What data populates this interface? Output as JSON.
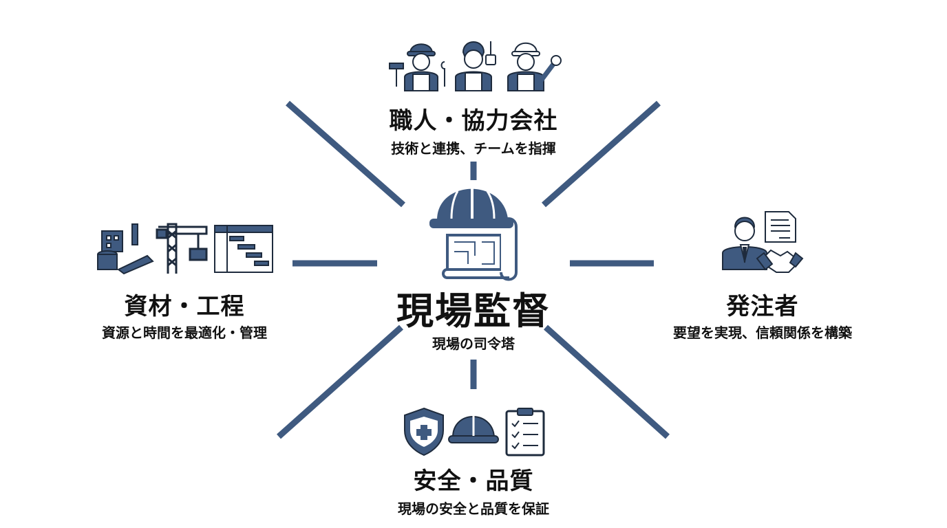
{
  "center": {
    "title": "現場監督",
    "subtitle": "現場の司令塔"
  },
  "nodes": {
    "top": {
      "title": "職人・協力会社",
      "desc": "技術と連携、チームを指揮"
    },
    "left": {
      "title": "資材・工程",
      "desc": "資源と時間を最適化・管理"
    },
    "right": {
      "title": "発注者",
      "desc": "要望を実現、信頼関係を構築"
    },
    "bottom": {
      "title": "安全・品質",
      "desc": "現場の安全と品質を保証"
    }
  },
  "icons": {
    "center": [
      "hard-hat-icon",
      "blueprint-icon"
    ],
    "top": [
      "worker-hammer-icon",
      "worker-thumbs-up-icon",
      "worker-wrench-icon"
    ],
    "left": [
      "building-materials-icon",
      "crane-icon",
      "gantt-chart-icon"
    ],
    "right": [
      "businessman-icon",
      "document-icon",
      "handshake-icon"
    ],
    "bottom": [
      "shield-plus-icon",
      "hard-hat-icon",
      "checklist-icon"
    ]
  },
  "colors": {
    "accent": "#3f5a80",
    "icon_fill": "#3f5a80",
    "icon_light": "#e9eef5",
    "text": "#111111"
  }
}
